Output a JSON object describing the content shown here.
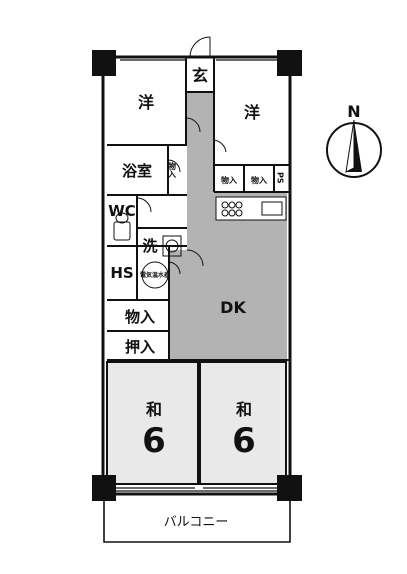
{
  "rooms": {
    "yo_left": "洋",
    "genkan": "玄",
    "yo_right": "洋",
    "bath": "浴室",
    "storage_small": "物入",
    "storage_a": "物入",
    "storage_b": "物入",
    "pipe_space": "PS",
    "wc": "WC",
    "wash": "洗",
    "hs": "HS",
    "water_heater": "電気温水器",
    "dk": "DK",
    "storage_main": "物入",
    "closet": "押入",
    "wa_left": "和",
    "wa_left_size": "6",
    "wa_right": "和",
    "wa_right_size": "6",
    "balcony": "バルコニー"
  },
  "compass": {
    "label": "N"
  },
  "colors": {
    "floor_gray": "#b3b3b3",
    "tatami": "#e9e9e9",
    "wall": "#111111"
  }
}
